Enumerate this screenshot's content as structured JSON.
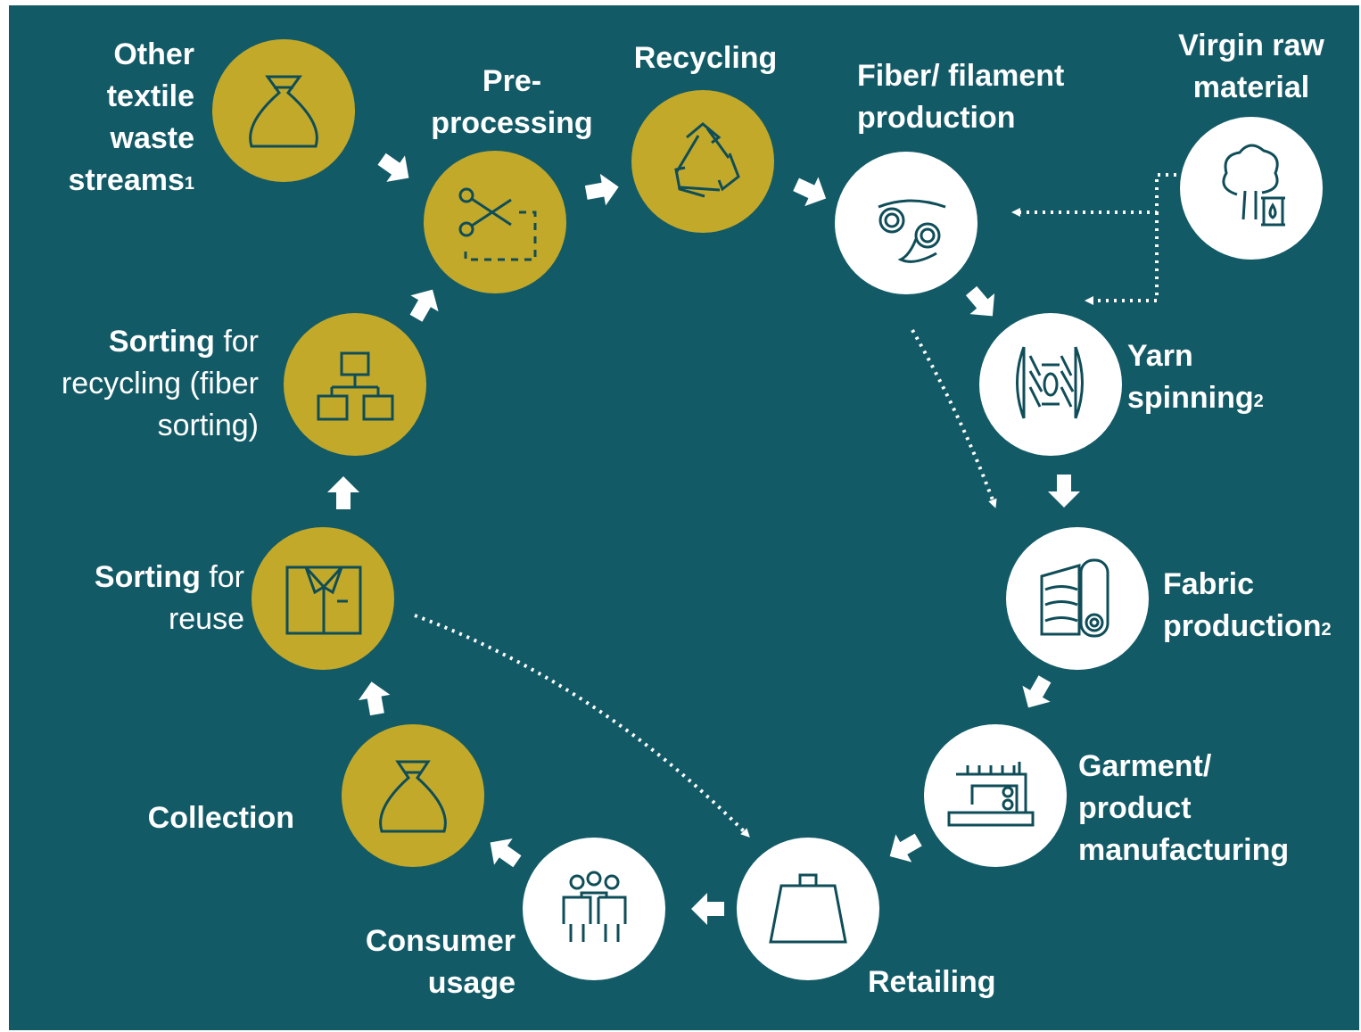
{
  "colors": {
    "background": "#135a67",
    "waste_node": "#c2a92a",
    "value_chain_node": "#ffffff",
    "icon_stroke": "#0f4d58",
    "text": "#ffffff"
  },
  "nodes": {
    "other_waste": {
      "lines": [
        "Other",
        "textile",
        "waste",
        "streams"
      ],
      "footnote": "1",
      "icon": "bag-icon",
      "kind": "waste"
    },
    "preprocessing": {
      "lines": [
        "Pre-",
        "processing"
      ],
      "icon": "scissors-icon",
      "kind": "waste"
    },
    "recycling": {
      "lines": [
        "Recycling"
      ],
      "icon": "recycle-icon",
      "kind": "waste"
    },
    "fiber": {
      "lines": [
        "Fiber/ filament",
        "production"
      ],
      "icon": "fiber-spool-icon",
      "kind": "value-chain"
    },
    "virgin": {
      "lines": [
        "Virgin raw",
        "material"
      ],
      "icon": "tree-oil-icon",
      "kind": "value-chain"
    },
    "yarn": {
      "lines": [
        "Yarn",
        "spinning"
      ],
      "footnote": "2",
      "icon": "yarn-bobbin-icon",
      "kind": "value-chain"
    },
    "fabric": {
      "lines": [
        "Fabric",
        "production"
      ],
      "footnote": "2",
      "icon": "fabric-roll-icon",
      "kind": "value-chain"
    },
    "garment": {
      "lines": [
        "Garment/",
        "product",
        "manufacturing"
      ],
      "icon": "sewing-machine-icon",
      "kind": "value-chain"
    },
    "retailing": {
      "lines": [
        "Retailing"
      ],
      "icon": "shopping-bag-icon",
      "kind": "value-chain"
    },
    "consumer": {
      "lines": [
        "Consumer",
        "usage"
      ],
      "icon": "people-icon",
      "kind": "value-chain"
    },
    "collection": {
      "lines": [
        "Collection"
      ],
      "icon": "bag-icon",
      "kind": "waste"
    },
    "sorting_reuse": {
      "bold": "Sorting",
      "rest": " for",
      "line2": "reuse",
      "icon": "shirt-icon",
      "kind": "waste"
    },
    "sorting_recycling": {
      "bold": "Sorting",
      "rest": " for",
      "line2": "recycling (fiber",
      "line3": "sorting)",
      "icon": "hierarchy-icon",
      "kind": "waste"
    }
  }
}
